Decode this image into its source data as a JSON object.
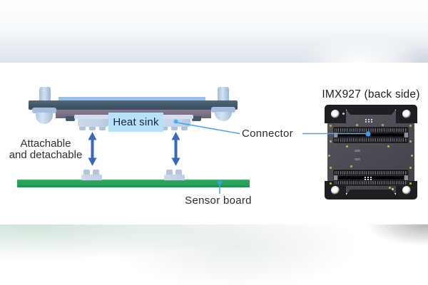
{
  "figure": {
    "labels": {
      "heat_sink": "Heat sink",
      "attachable_line1": "Attachable",
      "attachable_line2": "and detachable",
      "sensor_board": "Sensor board",
      "connector": "Connector",
      "module_title": "IMX927 (back side)"
    },
    "colors": {
      "callout_line_blue": "#49a5e8",
      "callout_dot_blue": "#3f9ce5",
      "arrow_blue": "#3a67bb",
      "sensor_board_green": "#29a15a",
      "heat_sink_label_bg": "#b9e1f6",
      "heat_sink_label_text": "#122449",
      "heat_sink_top_plate": "#9dbfe1",
      "heat_sink_dark_bar": "#41566a",
      "module_board_purple": "#786f84",
      "connector_body_lavender": "#c6d4e9",
      "module_frame_black": "#1e1e23",
      "label_text": "#2c2c2c"
    }
  }
}
